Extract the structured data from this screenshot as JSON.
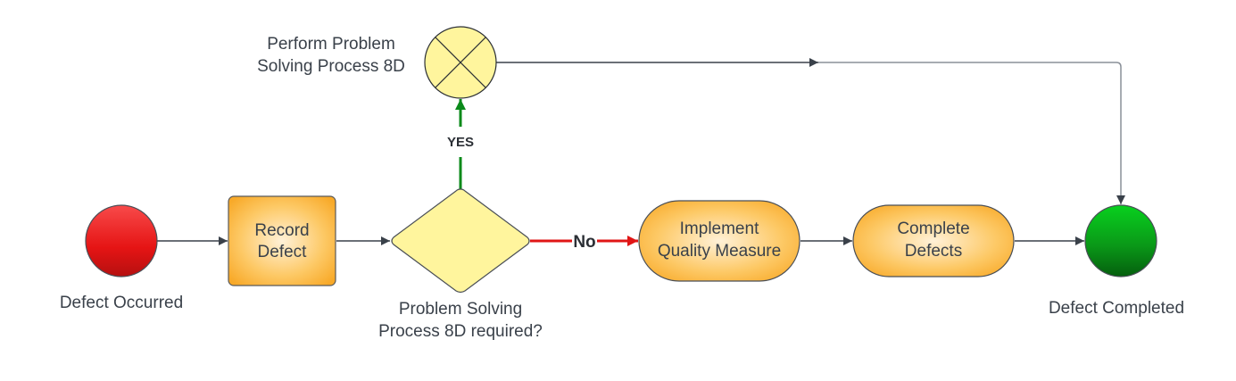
{
  "diagram": {
    "type": "process-flow",
    "nodes": {
      "start": {
        "kind": "start-event",
        "label": "Defect Occurred",
        "color": "#e81c1c"
      },
      "record": {
        "kind": "task",
        "label_lines": [
          "Record",
          "Defect"
        ],
        "color": "#fbb540"
      },
      "decision": {
        "kind": "gateway",
        "label_lines": [
          "Problem Solving",
          "Process 8D required?"
        ],
        "color": "#fff59d"
      },
      "xor": {
        "kind": "exclusive-gateway",
        "label_lines": [
          "Perform Problem",
          "Solving Process 8D"
        ],
        "color": "#fff59d"
      },
      "implement": {
        "kind": "task",
        "label_lines": [
          "Implement",
          "Quality Measure"
        ],
        "color": "#fbb540"
      },
      "complete": {
        "kind": "task",
        "label_lines": [
          "Complete",
          "Defects"
        ],
        "color": "#fbb540"
      },
      "end": {
        "kind": "end-event",
        "label": "Defect Completed",
        "color": "#0a9c1a"
      }
    },
    "edges": [
      {
        "from": "start",
        "to": "record",
        "label": "",
        "color": "#3a414a"
      },
      {
        "from": "record",
        "to": "decision",
        "label": "",
        "color": "#3a414a"
      },
      {
        "from": "decision",
        "to": "xor",
        "label": "YES",
        "color": "#0a8a1a"
      },
      {
        "from": "decision",
        "to": "implement",
        "label": "No",
        "color": "#e01515"
      },
      {
        "from": "implement",
        "to": "complete",
        "label": "",
        "color": "#3a414a"
      },
      {
        "from": "complete",
        "to": "end",
        "label": "",
        "color": "#3a414a"
      },
      {
        "from": "xor",
        "to": "end",
        "label": "",
        "color": "#3a414a"
      }
    ]
  }
}
